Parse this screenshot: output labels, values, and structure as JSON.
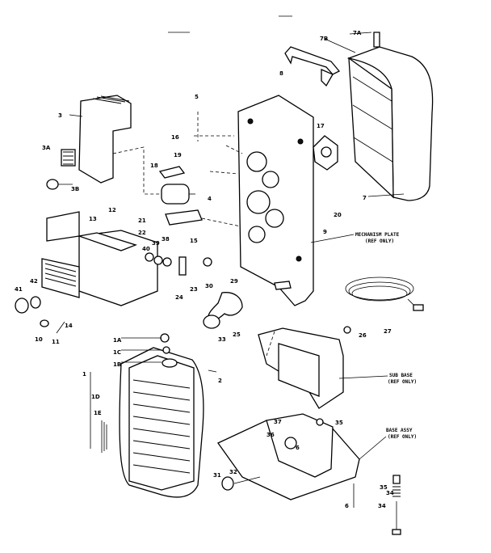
{
  "callouts": [
    {
      "id": "c7a",
      "text": "7A"
    },
    {
      "id": "c7b",
      "text": "7B"
    },
    {
      "id": "c8",
      "text": "8"
    },
    {
      "id": "c7",
      "text": "7"
    },
    {
      "id": "c5",
      "text": "5"
    },
    {
      "id": "c16",
      "text": "16"
    },
    {
      "id": "c17",
      "text": "17"
    },
    {
      "id": "c18",
      "text": "18"
    },
    {
      "id": "c19",
      "text": "19"
    },
    {
      "id": "c4",
      "text": "4"
    },
    {
      "id": "c3",
      "text": "3"
    },
    {
      "id": "c3a",
      "text": "3A"
    },
    {
      "id": "c3b",
      "text": "3B"
    },
    {
      "id": "c21",
      "text": "21"
    },
    {
      "id": "c22",
      "text": "22"
    },
    {
      "id": "c20",
      "text": "20"
    },
    {
      "id": "c9",
      "text": "9"
    },
    {
      "id": "c13",
      "text": "13"
    },
    {
      "id": "c12",
      "text": "12"
    },
    {
      "id": "c40",
      "text": "40"
    },
    {
      "id": "c39",
      "text": "39"
    },
    {
      "id": "c38",
      "text": "38"
    },
    {
      "id": "c15",
      "text": "15"
    },
    {
      "id": "c30",
      "text": "30"
    },
    {
      "id": "c23",
      "text": "23"
    },
    {
      "id": "c24",
      "text": "24"
    },
    {
      "id": "c29",
      "text": "29"
    },
    {
      "id": "c41",
      "text": "41"
    },
    {
      "id": "c42",
      "text": "42"
    },
    {
      "id": "c14",
      "text": "14"
    },
    {
      "id": "c10",
      "text": "10"
    },
    {
      "id": "c11",
      "text": "11"
    },
    {
      "id": "c33",
      "text": "33"
    },
    {
      "id": "c25",
      "text": "25"
    },
    {
      "id": "c27",
      "text": "27"
    },
    {
      "id": "c26",
      "text": "26"
    },
    {
      "id": "c1a",
      "text": "1A"
    },
    {
      "id": "c1c",
      "text": "1C"
    },
    {
      "id": "c1b",
      "text": "1B"
    },
    {
      "id": "c2",
      "text": "2"
    },
    {
      "id": "c1",
      "text": "1"
    },
    {
      "id": "c1d",
      "text": "1D"
    },
    {
      "id": "c1e",
      "text": "1E"
    },
    {
      "id": "c37",
      "text": "37"
    },
    {
      "id": "c36",
      "text": "36"
    },
    {
      "id": "c6",
      "text": "6"
    },
    {
      "id": "c35",
      "text": "35"
    },
    {
      "id": "c31",
      "text": "31"
    },
    {
      "id": "c32",
      "text": "32"
    },
    {
      "id": "c6b",
      "text": "6"
    },
    {
      "id": "c34",
      "text": "34"
    },
    {
      "id": "c35b",
      "text": "35"
    },
    {
      "id": "c34b",
      "text": "34"
    }
  ],
  "notes": {
    "mechanism_plate": [
      "MECHANISM PLATE",
      "(REF ONLY)"
    ],
    "sub_base": [
      "SUB BASE",
      "(REF ONLY)"
    ],
    "base_assy": [
      "BASE ASSY",
      "(REF ONLY)"
    ]
  }
}
